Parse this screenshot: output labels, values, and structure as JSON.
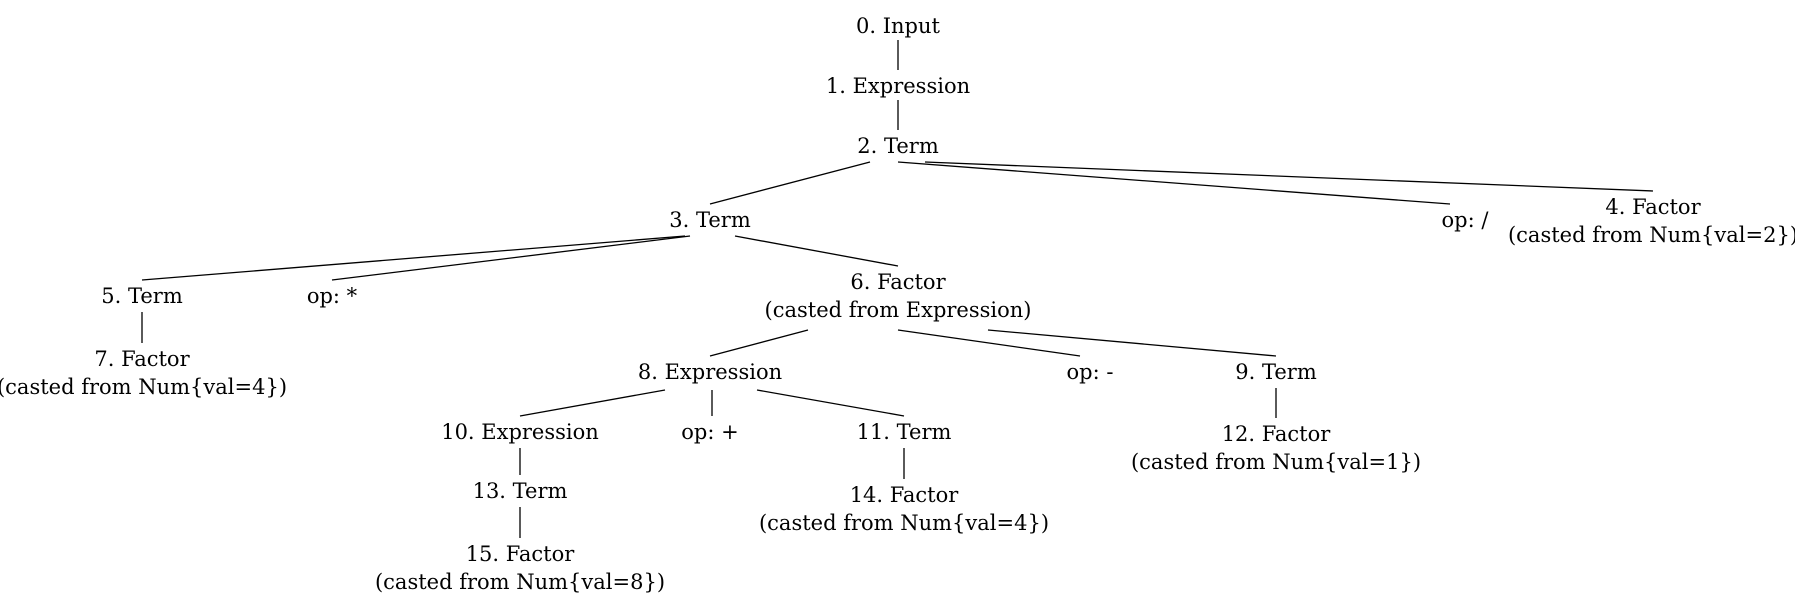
{
  "nodes": [
    {
      "id": "n0",
      "lines": [
        "0. Input"
      ]
    },
    {
      "id": "n1",
      "lines": [
        "1. Expression"
      ]
    },
    {
      "id": "n2",
      "lines": [
        "2. Term"
      ]
    },
    {
      "id": "n3",
      "lines": [
        "3. Term"
      ]
    },
    {
      "id": "opdiv",
      "lines": [
        "op: /"
      ]
    },
    {
      "id": "n4",
      "lines": [
        "4. Factor",
        "(casted from Num{val=2})"
      ]
    },
    {
      "id": "n5",
      "lines": [
        "5. Term"
      ]
    },
    {
      "id": "opmul",
      "lines": [
        "op: *"
      ]
    },
    {
      "id": "n6",
      "lines": [
        "6. Factor",
        "(casted from Expression)"
      ]
    },
    {
      "id": "n7",
      "lines": [
        "7. Factor",
        "(casted from Num{val=4})"
      ]
    },
    {
      "id": "n8",
      "lines": [
        "8. Expression"
      ]
    },
    {
      "id": "opsub",
      "lines": [
        "op: -"
      ]
    },
    {
      "id": "n9",
      "lines": [
        "9. Term"
      ]
    },
    {
      "id": "n10",
      "lines": [
        "10. Expression"
      ]
    },
    {
      "id": "opadd",
      "lines": [
        "op: +"
      ]
    },
    {
      "id": "n11",
      "lines": [
        "11. Term"
      ]
    },
    {
      "id": "n12",
      "lines": [
        "12. Factor",
        "(casted from Num{val=1})"
      ]
    },
    {
      "id": "n13",
      "lines": [
        "13. Term"
      ]
    },
    {
      "id": "n14",
      "lines": [
        "14. Factor",
        "(casted from Num{val=4})"
      ]
    },
    {
      "id": "n15",
      "lines": [
        "15. Factor",
        "(casted from Num{val=8})"
      ]
    }
  ],
  "edges": [
    [
      "n0",
      "n1"
    ],
    [
      "n1",
      "n2"
    ],
    [
      "n2",
      "n3"
    ],
    [
      "n2",
      "opdiv"
    ],
    [
      "n2",
      "n4"
    ],
    [
      "n3",
      "n5"
    ],
    [
      "n3",
      "opmul"
    ],
    [
      "n3",
      "n6"
    ],
    [
      "n5",
      "n7"
    ],
    [
      "n6",
      "n8"
    ],
    [
      "n6",
      "opsub"
    ],
    [
      "n6",
      "n9"
    ],
    [
      "n8",
      "n10"
    ],
    [
      "n8",
      "opadd"
    ],
    [
      "n8",
      "n11"
    ],
    [
      "n9",
      "n12"
    ],
    [
      "n10",
      "n13"
    ],
    [
      "n11",
      "n14"
    ],
    [
      "n13",
      "n15"
    ]
  ]
}
